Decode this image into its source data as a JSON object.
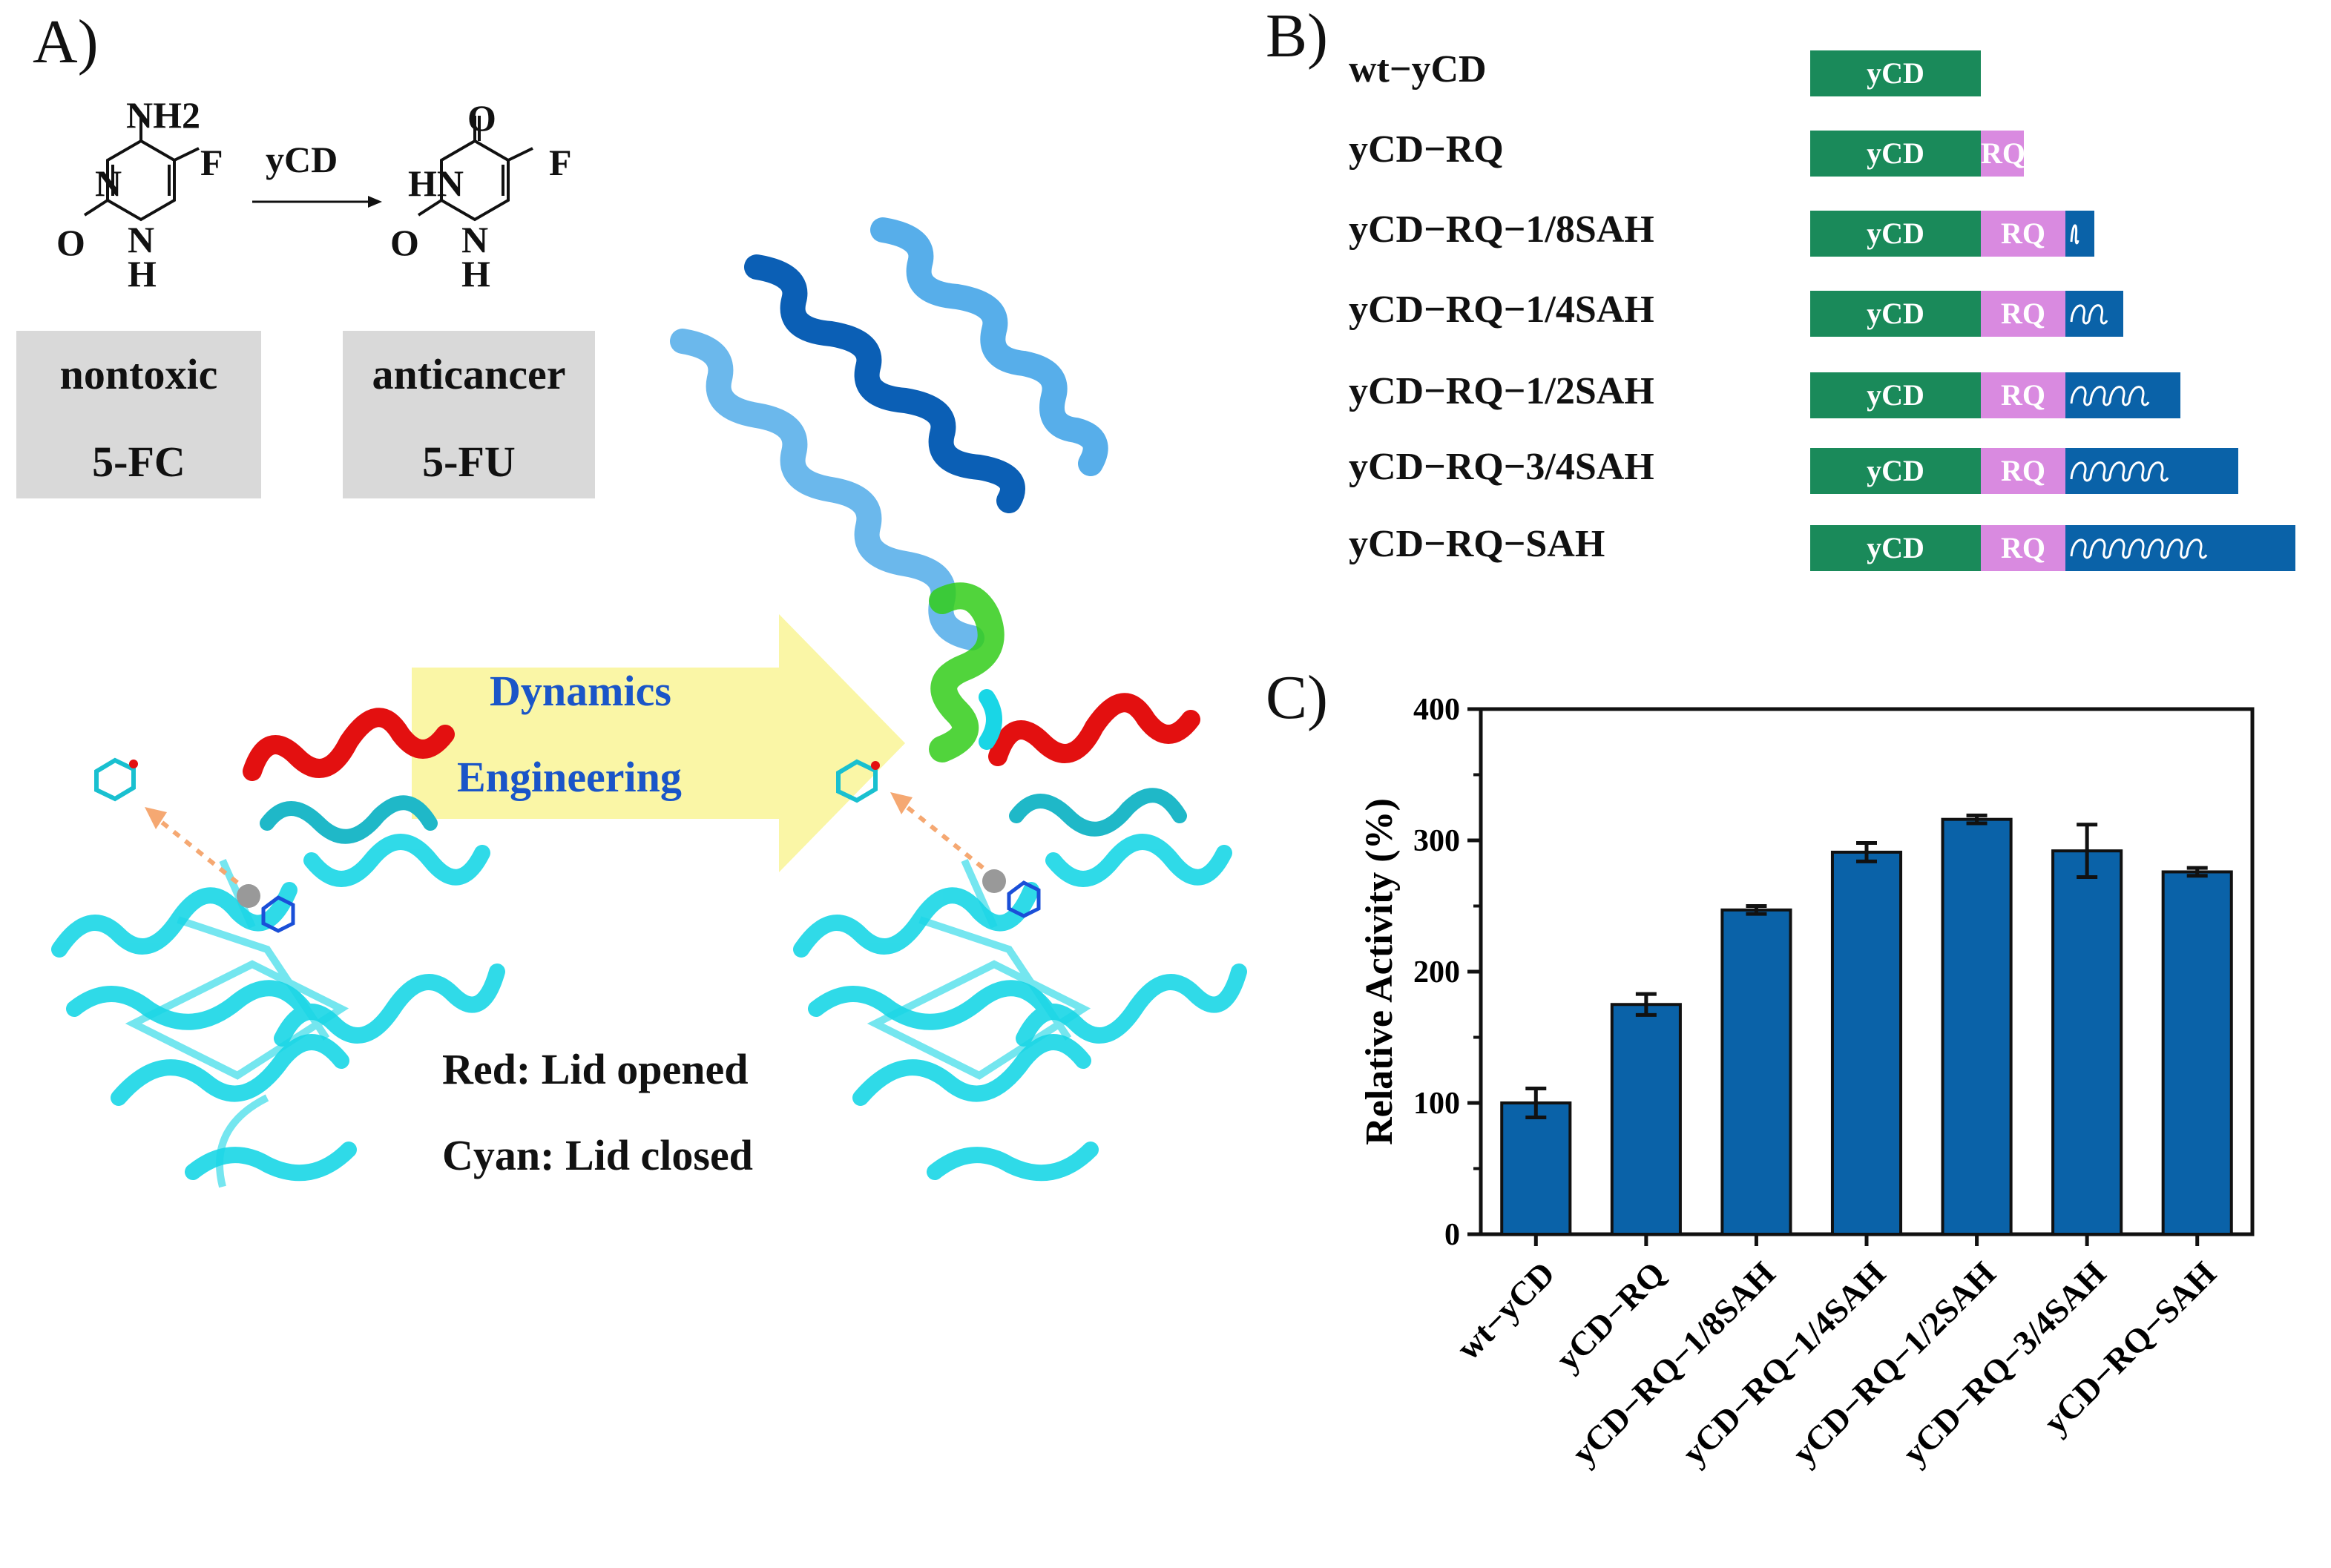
{
  "panel_a": {
    "label": "A)",
    "reaction_enzyme": "yCD",
    "substrate": {
      "name_top": "nontoxic",
      "name_bottom": "5-FC"
    },
    "product": {
      "name_top": "anticancer",
      "name_bottom": "5-FU"
    },
    "atoms": {
      "nh2": "NH2",
      "n": "N",
      "o": "O",
      "h": "H",
      "f": "F",
      "hn": "HN"
    },
    "arrow_text_1": "Dynamics",
    "arrow_text_2": "Engineering",
    "legend_red": "Red: Lid opened",
    "legend_cyan": "Cyan: Lid closed",
    "colors": {
      "lid_open": "#e31010",
      "lid_closed": "#19d6e6",
      "helix_dark": "#0b5fb5",
      "helix_light": "#3aa0e6",
      "linker": "#33cc1a",
      "arrow_fill": "#faf6a6"
    }
  },
  "panel_b": {
    "label": "B)",
    "constructs": [
      {
        "name": "wt−yCD",
        "ycd": "yCD",
        "rq": "",
        "sah": "",
        "sah_fraction": 0
      },
      {
        "name": "yCD−RQ",
        "ycd": "yCD",
        "rq": "RQ",
        "sah": "",
        "sah_fraction": 0
      },
      {
        "name": "yCD−RQ−1/8SAH",
        "ycd": "yCD",
        "rq": "RQ",
        "sah": "α",
        "sah_fraction": 0.125
      },
      {
        "name": "yCD−RQ−1/4SAH",
        "ycd": "yCD",
        "rq": "RQ",
        "sah": "α",
        "sah_fraction": 0.25
      },
      {
        "name": "yCD−RQ−1/2SAH",
        "ycd": "yCD",
        "rq": "RQ",
        "sah": "α",
        "sah_fraction": 0.5
      },
      {
        "name": "yCD−RQ−3/4SAH",
        "ycd": "yCD",
        "rq": "RQ",
        "sah": "α",
        "sah_fraction": 0.75
      },
      {
        "name": "yCD−RQ−SAH",
        "ycd": "yCD",
        "rq": "RQ",
        "sah": "α",
        "sah_fraction": 1
      }
    ]
  },
  "chart_data": {
    "label": "C)",
    "type": "bar",
    "categories": [
      "wt−yCD",
      "yCD−RQ",
      "yCD−RQ−1/8SAH",
      "yCD−RQ−1/4SAH",
      "yCD−RQ−1/2SAH",
      "yCD−RQ−3/4SAH",
      "yCD−RQ−SAH"
    ],
    "values": [
      100,
      175,
      247,
      291,
      316,
      292,
      276
    ],
    "errors": [
      11,
      8,
      3,
      7,
      3,
      20,
      3
    ],
    "ylabel": "Relative Activity (%)",
    "xlabel": "",
    "ylim": [
      0,
      400
    ],
    "yticks": [
      0,
      100,
      200,
      300,
      400
    ],
    "bar_color": "#0a62a8",
    "grid": false
  }
}
